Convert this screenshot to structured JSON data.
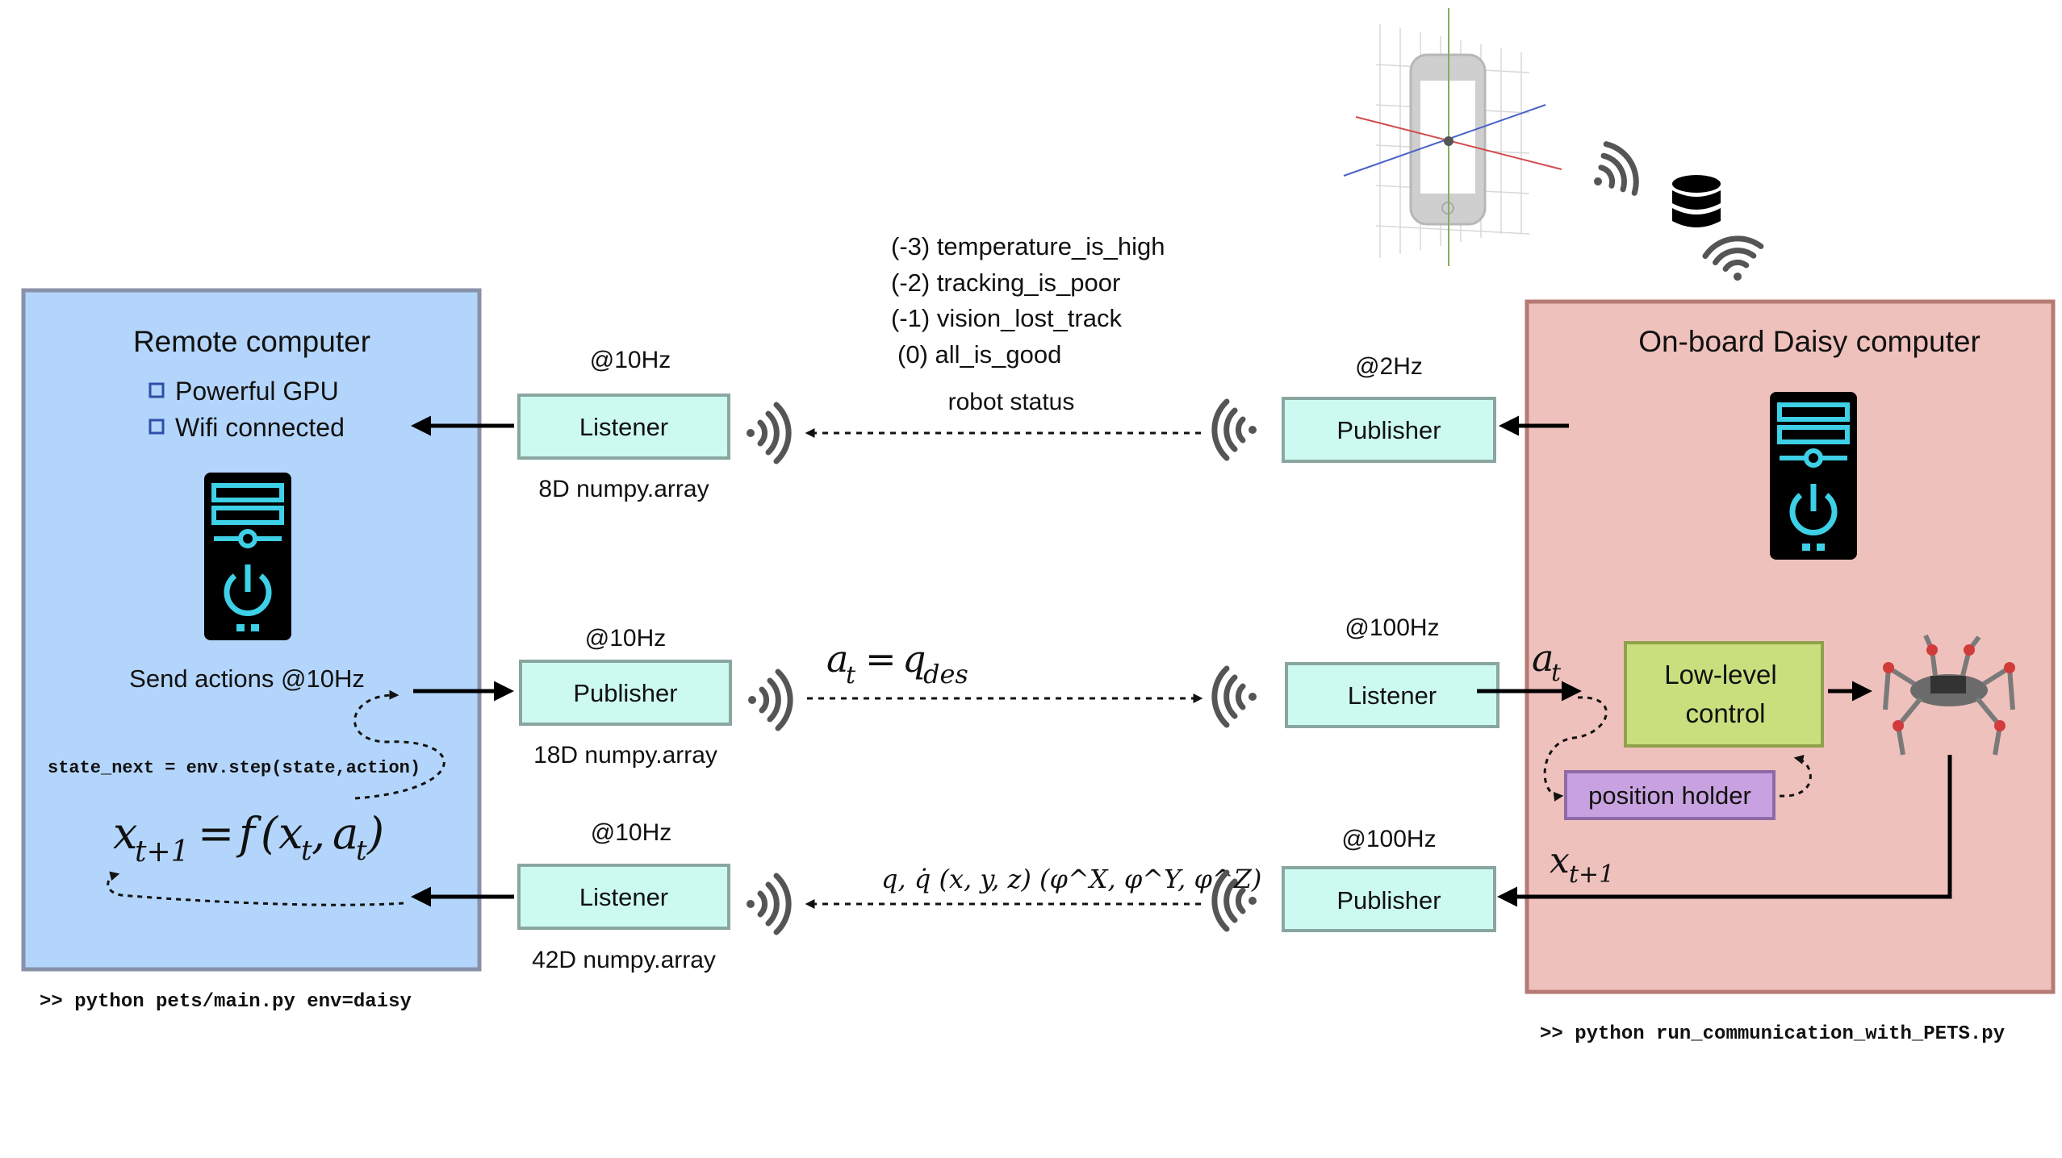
{
  "remote": {
    "title": "Remote computer",
    "features": [
      "Powerful GPU",
      "Wifi connected"
    ],
    "send_actions": "Send actions @10Hz",
    "code_line": "state_next = env.step(state,action)",
    "equation": "x_{t+1} = f(x_t, a_t)",
    "command": ">> python pets/main.py env=daisy",
    "color": "#b3d5fb"
  },
  "onboard": {
    "title": "On-board Daisy computer",
    "low_level": [
      "Low-level",
      "control"
    ],
    "position_holder": "position holder",
    "at_label": "a_t",
    "xt1_label": "x_{t+1}",
    "command": ">> python run_communication_with_PETS.py",
    "color": "#efc1bc"
  },
  "status_codes": [
    "(-3) temperature_is_high",
    "(-2) tracking_is_poor",
    "(-1) vision_lost_track",
    "(0) all_is_good"
  ],
  "channels": [
    {
      "left_node": "Listener",
      "left_rate": "@10Hz",
      "left_caption": "8D numpy.array",
      "right_node": "Publisher",
      "right_rate": "@2Hz",
      "message": "robot status",
      "direction": "to-remote"
    },
    {
      "left_node": "Publisher",
      "left_rate": "@10Hz",
      "left_caption": "18D numpy.array",
      "right_node": "Listener",
      "right_rate": "@100Hz",
      "message": "a_t = q_des",
      "direction": "to-robot"
    },
    {
      "left_node": "Listener",
      "left_rate": "@10Hz",
      "left_caption": "42D numpy.array",
      "right_node": "Publisher",
      "right_rate": "@100Hz",
      "message": "q, q̇   (x, y, z)  (φ^X, φ^Y, φ^Z)",
      "direction": "to-remote"
    }
  ],
  "colors": {
    "node_fill": "#cdfaf0",
    "low_level_fill": "#c9df7e",
    "position_holder_fill": "#c8a2e0",
    "checkbox": "#2d4ea8"
  },
  "icons": [
    "computer-tower-icon",
    "phone-axes-icon",
    "database-icon",
    "wifi-signal-icon",
    "hexapod-robot-icon"
  ]
}
